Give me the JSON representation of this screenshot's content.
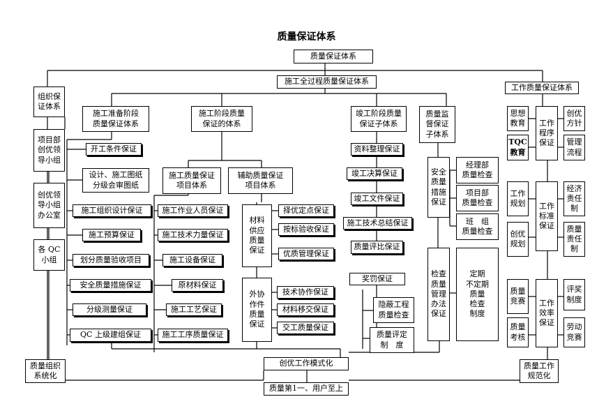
{
  "title": "质量保证体系",
  "nodes": {
    "root": "质量保证体系",
    "process": "施工全过程质量保证体系",
    "work_system": "工作质量保证体系",
    "org": "组织保\n证体系",
    "proj_leader": "项目部\n创优领\n导小组",
    "office": "创优领\n导小组\n办公室",
    "qc_group": "各 QC\n小组",
    "org_sys": "质量组织\n系统化",
    "prep": "施工准备阶段\n质量保证体系",
    "prep_items": [
      "开工条件保证",
      "设计、施工图纸\n分级会审图纸",
      "施工组织设计保证",
      "施工预算保证",
      "划分质量验收项目",
      "安全质量措施保证",
      "分级测量保证",
      "QC 上级建组保证"
    ],
    "construct": "施工阶段质量\n保证的体系",
    "cons_main": "施工质量保证\n项目体系",
    "cons_main_items": [
      "施工作业人员保证",
      "施工技术力量保证",
      "施工设备保证",
      "原材料保证",
      "施工工艺保证",
      "施工工序质量保证"
    ],
    "cons_aux": "辅助质量保证\n项目体系",
    "material": "材料\n供应\n质量\n保证",
    "material_items": [
      "择优定点保证",
      "按标验收保证",
      "优质管理保证"
    ],
    "outsource": "外协\n作件\n质量\n保证",
    "outsource_items": [
      "技术协作保证",
      "材料移交保证",
      "交工质量保证"
    ],
    "complete": "竣工阶段质量\n保证子体系",
    "complete_items": [
      "资料整理保证",
      "竣工决算保证",
      "竣工文件保证",
      "施工技术总结保证",
      "质量评比保证"
    ],
    "reward": "奖罚保证",
    "hidden": "隐蔽工程\n质量检查",
    "rating": "质量评定\n制　度",
    "supervise": "质量监\n督保证\n子体系",
    "safety": "安全\n质量\n措施\n保证",
    "check_mgmt": "检查\n质量\n管理\n办法\n保证",
    "sup_items": [
      "经理部\n质量检查",
      "项目部\n质量检查",
      "班　组\n质量检查"
    ],
    "periodic": "定期\n不定期\n质量\n检查\n制度",
    "ideology": "思想\n教育",
    "tqc": "TQC\n教育",
    "procedure": "工作\n程序\n保证",
    "policy": "创优\n方针",
    "mgmt_flow": "管理\n流程",
    "work_plan": "工作\n规划",
    "excel_plan": "创优\n规划",
    "standard": "工作\n标准\n保证",
    "econ_resp": "经济\n责任\n制",
    "quality_resp": "质量\n责任\n制",
    "q_contest": "质量\n竞赛",
    "q_assess": "质量\n考核",
    "efficiency": "工作\n效率\n保证",
    "award": "评奖\n制度",
    "labor": "劳动\n竞赛",
    "work_std": "质量工作\n规范化",
    "mode": "创优工作模式化",
    "bottom": "质量第1一、用户至上"
  }
}
